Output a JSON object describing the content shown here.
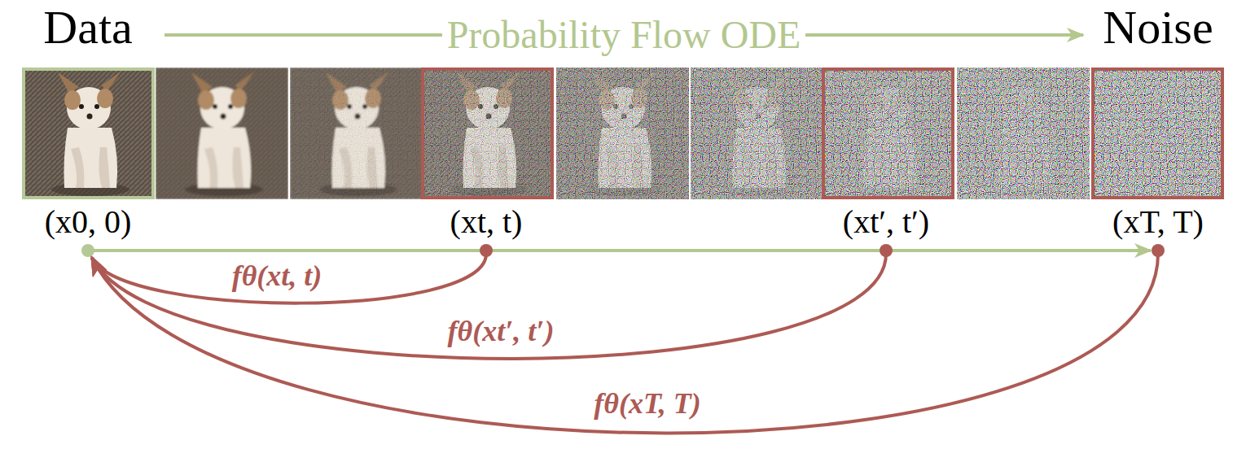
{
  "diagram": {
    "nodes": [
      {
        "text": [
          "Data",
          "(x0, 0)"
        ]
      },
      {
        "text": [
          "(xt, t)"
        ]
      },
      {
        "text": [
          "(xt′, t′)"
        ]
      },
      {
        "text": [
          "Noise",
          "(xT, T)"
        ]
      }
    ],
    "edges": [
      {
        "from": 0,
        "to": 3,
        "label": "Probability Flow ODE",
        "arrow": "to"
      },
      {
        "from": 0,
        "to": 3,
        "arrow": "to"
      },
      {
        "from": 1,
        "to": 0,
        "label": "fθ(xt, t)",
        "arrow": "to"
      },
      {
        "from": 2,
        "to": 0,
        "label": "fθ(xt′, t′)",
        "arrow": "to"
      },
      {
        "from": 3,
        "to": 0,
        "label": "fθ(xT, T)",
        "arrow": "to"
      }
    ]
  }
}
